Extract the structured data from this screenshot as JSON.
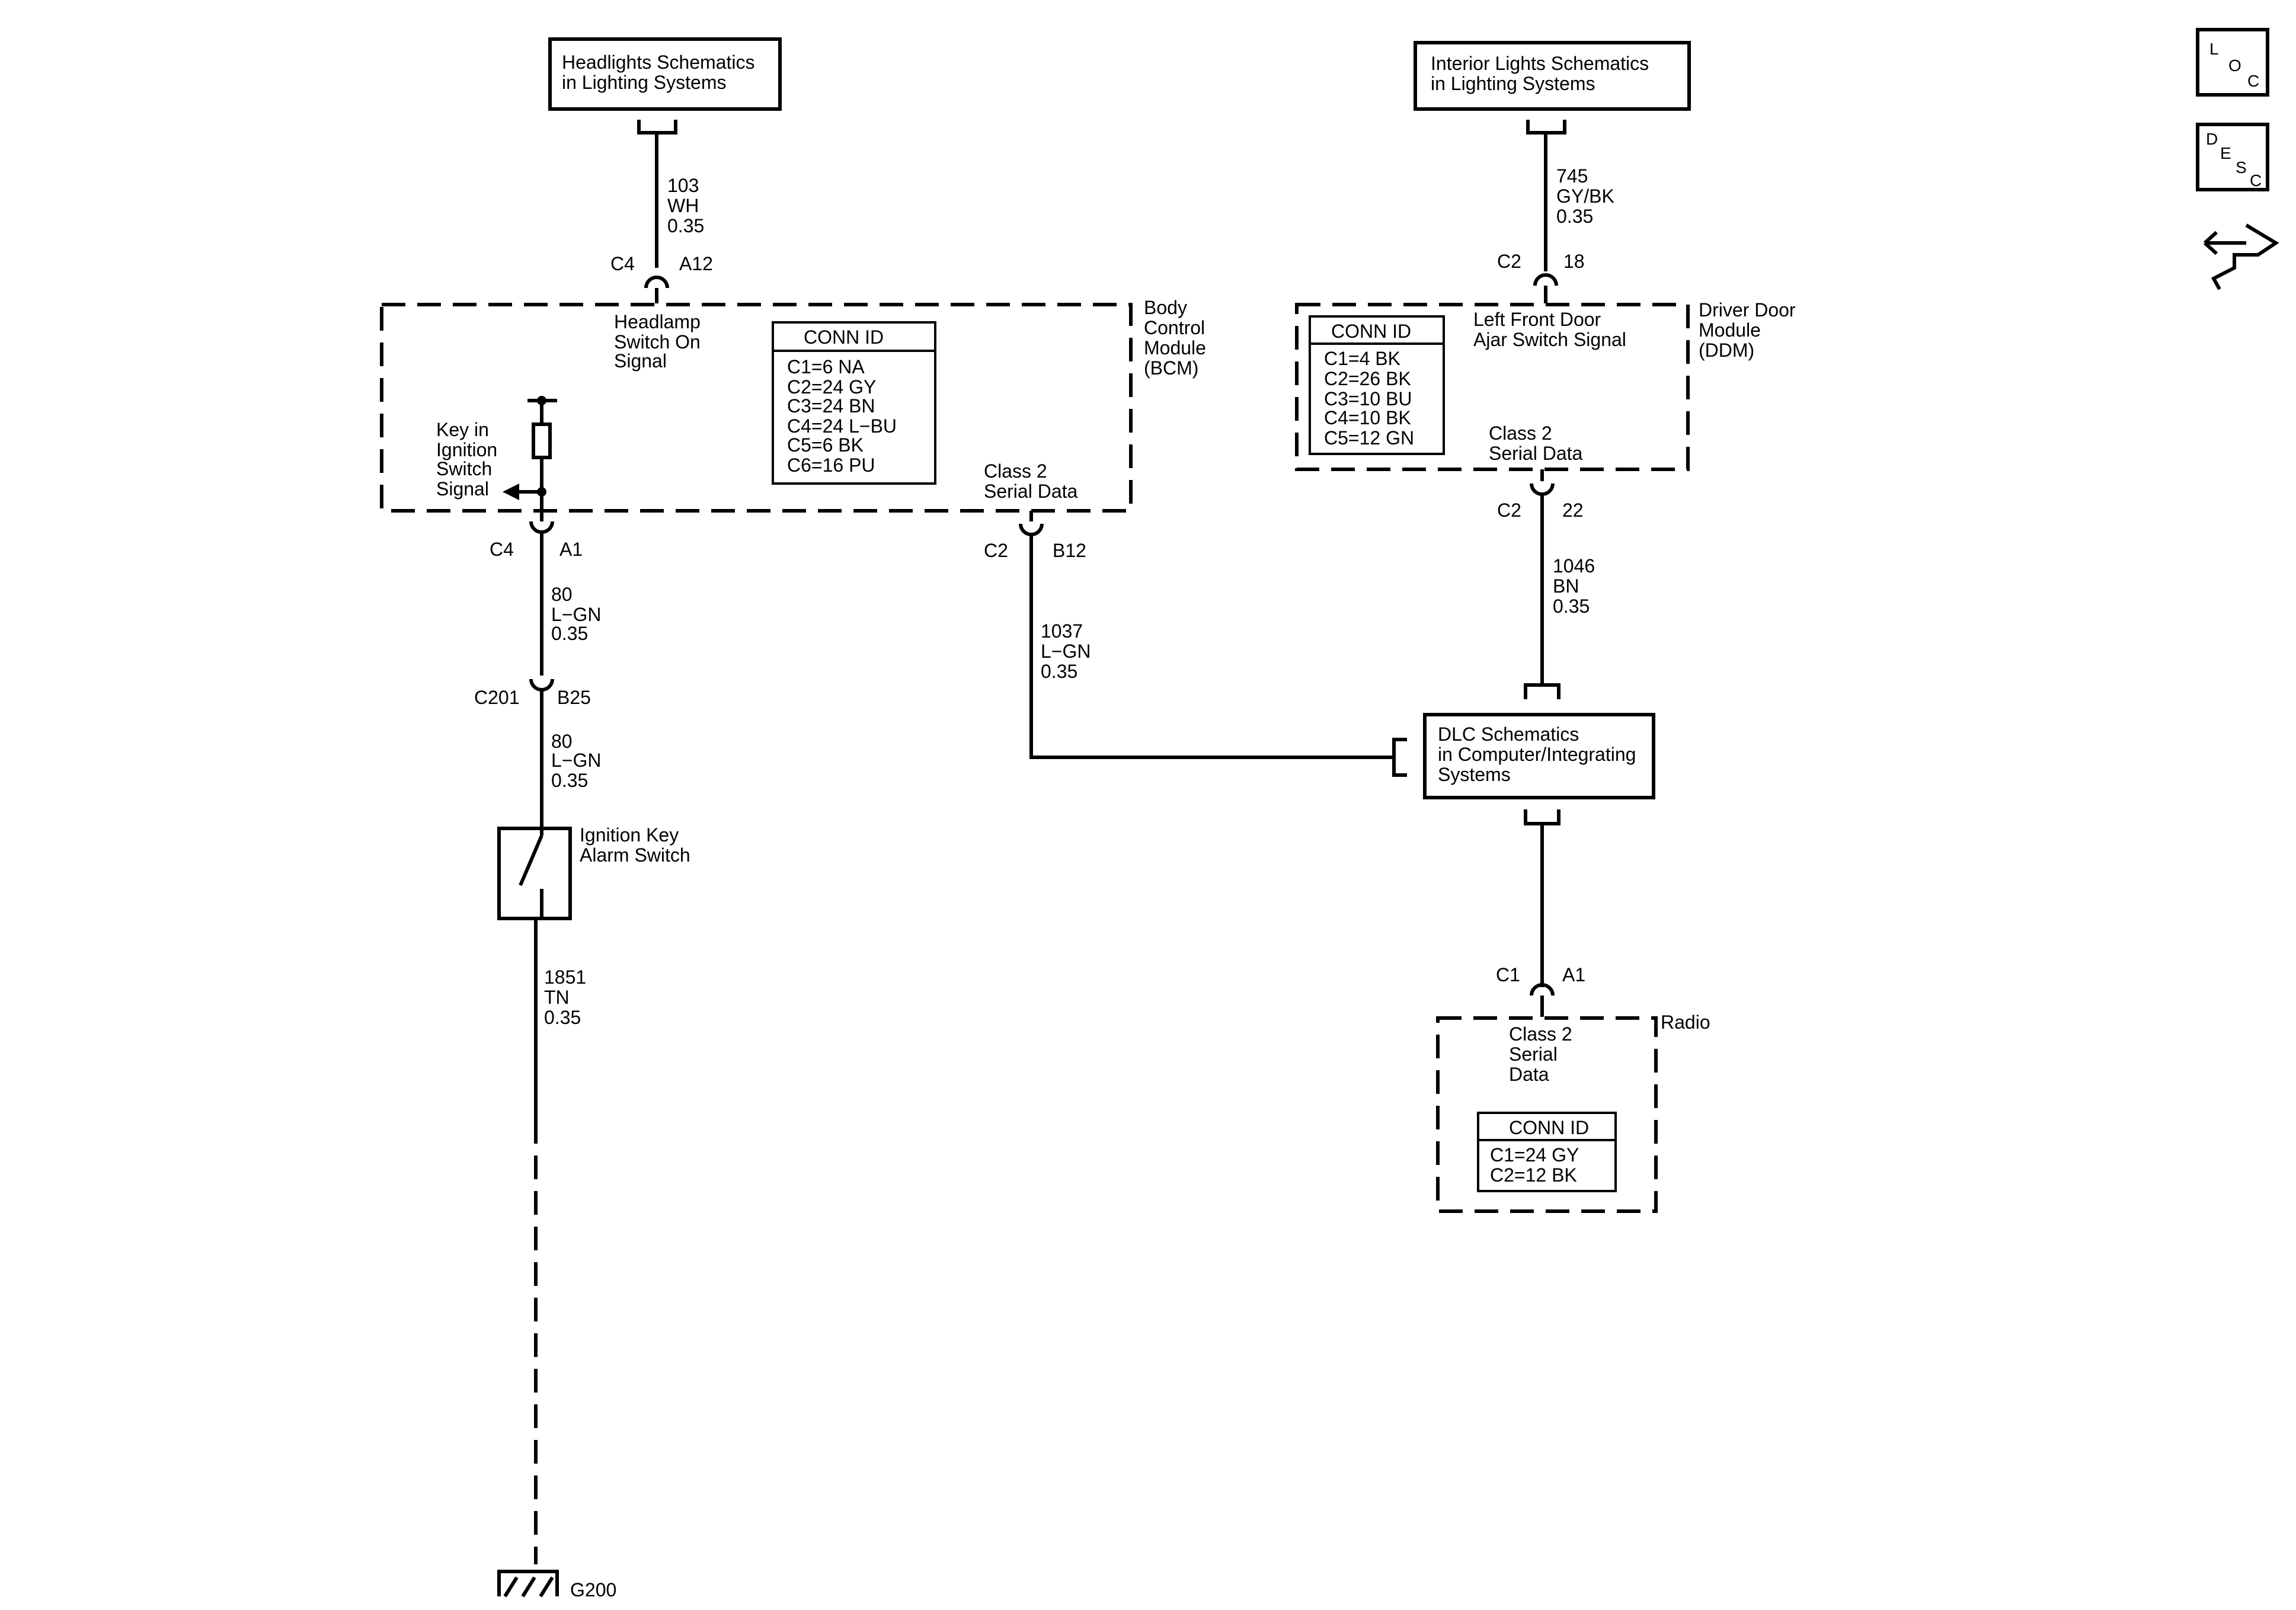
{
  "references": {
    "headlights": [
      "Headlights Schematics",
      "in Lighting Systems"
    ],
    "interior": [
      "Interior Lights Schematics",
      "in Lighting Systems"
    ],
    "dlc": [
      "DLC Schematics",
      "in Computer/Integrating",
      "Systems"
    ]
  },
  "bcm": {
    "name": [
      "Body",
      "Control",
      "Module",
      "(BCM)"
    ],
    "headlamp_signal": [
      "Headlamp",
      "Switch On",
      "Signal"
    ],
    "key_signal": [
      "Key in",
      "Ignition",
      "Switch",
      "Signal"
    ],
    "class2": [
      "Class 2",
      "Serial Data"
    ],
    "conn_title": "CONN ID",
    "conn_rows": [
      "C1=6 NA",
      "C2=24 GY",
      "C3=24 BN",
      "C4=24 L−BU",
      "C5=6 BK",
      "C6=16 PU"
    ]
  },
  "ddm": {
    "name": [
      "Driver Door",
      "Module",
      "(DDM)"
    ],
    "ajar_signal": [
      "Left Front Door",
      "Ajar Switch Signal"
    ],
    "class2": [
      "Class 2",
      "Serial Data"
    ],
    "conn_title": "CONN ID",
    "conn_rows": [
      "C1=4 BK",
      "C2=26 BK",
      "C3=10 BU",
      "C4=10 BK",
      "C5=12 GN"
    ]
  },
  "radio": {
    "name": "Radio",
    "class2": [
      "Class 2",
      "Serial",
      "Data"
    ],
    "conn_title": "CONN ID",
    "conn_rows": [
      "C1=24 GY",
      "C2=12 BK"
    ]
  },
  "switch": {
    "name": [
      "Ignition Key",
      "Alarm Switch"
    ]
  },
  "ground": "G200",
  "wires": {
    "w103": [
      "103",
      "WH",
      "0.35"
    ],
    "w745": [
      "745",
      "GY/BK",
      "0.35"
    ],
    "w80a": [
      "80",
      "L−GN",
      "0.35"
    ],
    "w80b": [
      "80",
      "L−GN",
      "0.35"
    ],
    "w1037": [
      "1037",
      "L−GN",
      "0.35"
    ],
    "w1046": [
      "1046",
      "BN",
      "0.35"
    ],
    "w1851": [
      "1851",
      "TN",
      "0.35"
    ]
  },
  "connectors": {
    "bcm_a12": {
      "conn": "C4",
      "pin": "A12"
    },
    "ddm_18": {
      "conn": "C2",
      "pin": "18"
    },
    "bcm_a1": {
      "conn": "C4",
      "pin": "A1"
    },
    "c201_b25": {
      "conn": "C201",
      "pin": "B25"
    },
    "bcm_b12": {
      "conn": "C2",
      "pin": "B12"
    },
    "ddm_22": {
      "conn": "C2",
      "pin": "22"
    },
    "radio_a1": {
      "conn": "C1",
      "pin": "A1"
    }
  },
  "side_icons": {
    "loc": [
      "L",
      "O",
      "C"
    ],
    "desc": [
      "D",
      "E",
      "S",
      "C"
    ],
    "tool": "service-tool-icon"
  }
}
